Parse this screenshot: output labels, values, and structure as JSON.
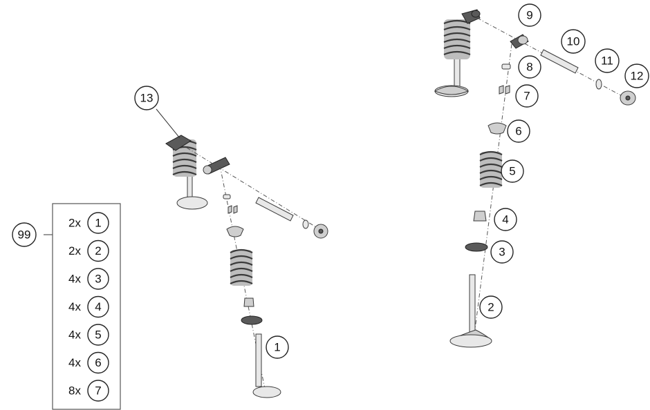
{
  "diagram": {
    "callouts": [
      {
        "id": "c1",
        "label": "1"
      },
      {
        "id": "c2",
        "label": "2"
      },
      {
        "id": "c3",
        "label": "3"
      },
      {
        "id": "c4",
        "label": "4"
      },
      {
        "id": "c5",
        "label": "5"
      },
      {
        "id": "c6",
        "label": "6"
      },
      {
        "id": "c7",
        "label": "7"
      },
      {
        "id": "c8",
        "label": "8"
      },
      {
        "id": "c9",
        "label": "9"
      },
      {
        "id": "c10",
        "label": "10"
      },
      {
        "id": "c11",
        "label": "11"
      },
      {
        "id": "c12",
        "label": "12"
      },
      {
        "id": "c13",
        "label": "13"
      }
    ],
    "kit": {
      "label": "99",
      "rows": [
        {
          "qty": "2x",
          "part": "1"
        },
        {
          "qty": "2x",
          "part": "2"
        },
        {
          "qty": "4x",
          "part": "3"
        },
        {
          "qty": "4x",
          "part": "4"
        },
        {
          "qty": "4x",
          "part": "5"
        },
        {
          "qty": "4x",
          "part": "6"
        },
        {
          "qty": "8x",
          "part": "7"
        }
      ]
    }
  }
}
